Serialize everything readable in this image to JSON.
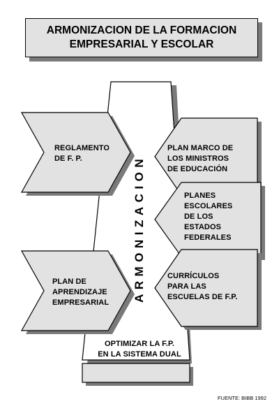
{
  "title": {
    "line1": "ARMONIZACION DE LA FORMACION",
    "line2": "EMPRESARIAL Y ESCOLAR"
  },
  "center_label": "ARMONIZACION",
  "left_arrows": [
    {
      "lines": [
        "REGLAMENTO",
        "DE F. P."
      ]
    },
    {
      "lines": [
        "PLAN DE",
        "APRENDIZAJE",
        "EMPRESARIAL"
      ]
    }
  ],
  "right_arrows": [
    {
      "lines": [
        "PLAN MARCO DE",
        "LOS MINISTROS",
        "DE EDUCACIÓN"
      ]
    },
    {
      "lines": [
        "PLANES",
        "ESCOLARES",
        "DE LOS",
        "ESTADOS",
        "FEDERALES"
      ]
    },
    {
      "lines": [
        "CURRÍCULOS",
        "PARA LAS",
        "ESCUELAS DE F.P."
      ]
    }
  ],
  "goal": {
    "line1": "OPTIMIZAR LA F.P.",
    "line2": "EN LA SISTEMA DUAL"
  },
  "source": "FUENTE: BIBB 1992",
  "colors": {
    "fill": "#e2e2e2",
    "shadow": "#7a7a7a",
    "stroke": "#000000"
  }
}
